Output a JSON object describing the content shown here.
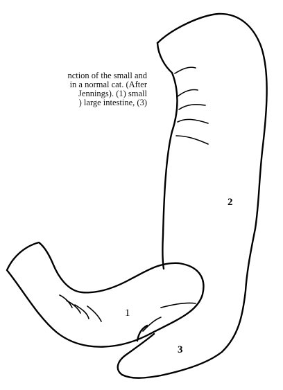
{
  "caption": {
    "lines": [
      "nction of the small and",
      "in a normal cat. (After",
      "Jennings). (1) small",
      ") large intestine, (3)"
    ]
  },
  "labels": {
    "small_intestine": "1",
    "large_intestine": "2",
    "third_part": "3"
  },
  "icons": {
    "figure": "intestine-junction-drawing"
  }
}
